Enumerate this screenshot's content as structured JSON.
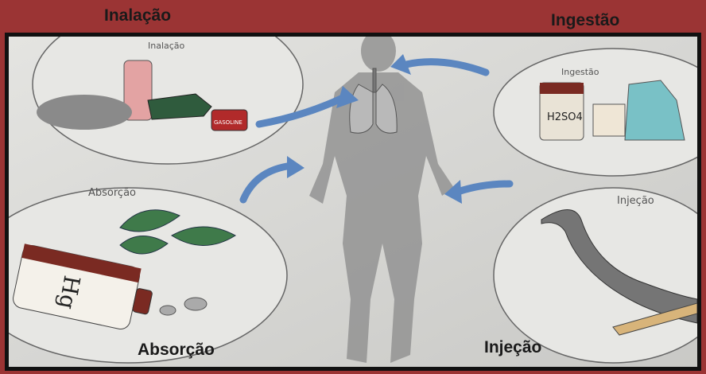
{
  "captions": {
    "top_left": "Inalação",
    "top_right": "Ingestão",
    "bottom_left": "Absorção",
    "bottom_right": "Injeção"
  },
  "photo_labels": {
    "inhalation": "Inalação",
    "ingestion": "Ingestão",
    "absorption": "Absorção",
    "injection": "Injeção",
    "gasoline": "GASOLINE",
    "acid": "H2SO4",
    "mercury": "Hg"
  },
  "colors": {
    "border": "#9b3434",
    "frame": "#111111",
    "paper": "#d9d9d6",
    "arrow": "#5b86c0",
    "silhouette": "#8f8f8f"
  }
}
